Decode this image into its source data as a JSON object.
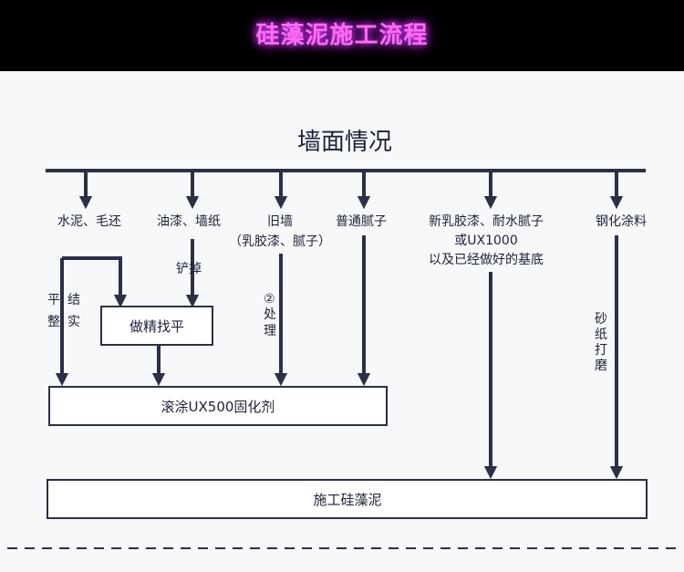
{
  "title": "硅藻泥施工流程",
  "root": "墙面情况",
  "branches": {
    "cement": "水泥、毛还",
    "paint": "油漆、墙纸",
    "old_wall": "旧墙",
    "old_wall_sub": "（乳胶漆、腻子）",
    "putty": "普通腻子",
    "new_paint_1": "新乳胶漆、耐水腻子",
    "new_paint_2": "或UX1000",
    "new_paint_3": "以及已经做好的基底",
    "steel": "钢化涂料"
  },
  "notes": {
    "scrape": "铲掉",
    "level_1": "平",
    "level_2": "结",
    "level_3": "整",
    "level_4": "实",
    "treat_1": "②",
    "treat_2": "处",
    "treat_3": "理",
    "sand_1": "砂",
    "sand_2": "纸",
    "sand_3": "打",
    "sand_4": "磨"
  },
  "boxes": {
    "fine_level": "做精找平",
    "roll_coat": "滚涂UX500固化剂",
    "final": "施工硅藻泥"
  },
  "colors": {
    "line": "#2b3047",
    "title": "#ff6cf0",
    "header_bg": "#000000"
  }
}
